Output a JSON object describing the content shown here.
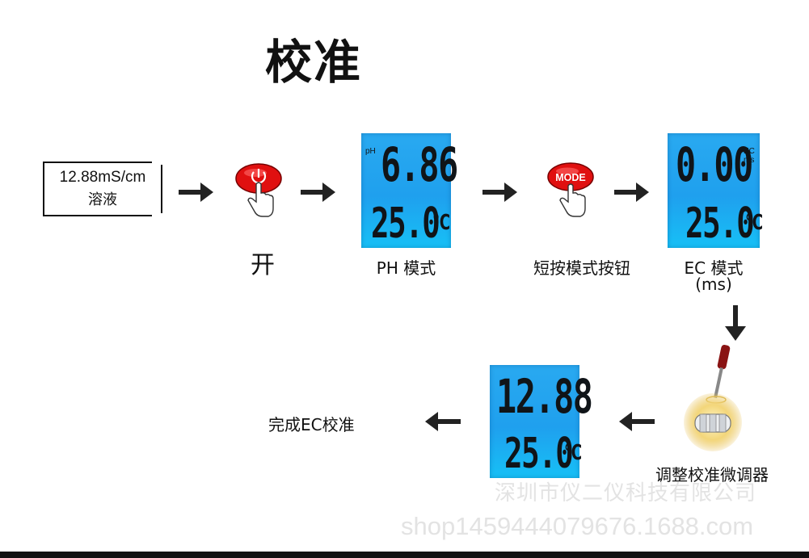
{
  "title": "校准",
  "solution_box": {
    "line1": "12.88mS/cm",
    "line2": "溶液"
  },
  "steps": {
    "power": {
      "label": "开"
    },
    "ph_mode": {
      "label": "PH 模式",
      "unit": "pH",
      "reading": "6.86",
      "temp": "25.0",
      "temp_unit": "℃"
    },
    "mode_button": {
      "button_text": "MODE",
      "label": "短按模式按钮"
    },
    "ec_mode": {
      "label_line1": "EC 模式",
      "label_line2": "(ms)",
      "unit_line1": "EC",
      "unit_line2": "ms",
      "reading": "0.00",
      "temp": "25.0",
      "temp_unit": "℃"
    },
    "adjust": {
      "label": "调整校准微调器"
    },
    "calibrated": {
      "reading": "12.88",
      "temp": "25.0",
      "temp_unit": "℃"
    },
    "done": {
      "label": "完成EC校准"
    }
  },
  "watermark": {
    "line1": "深圳市仪二仪科技有限公司",
    "line2": "shop1459444079676.1688.com"
  },
  "colors": {
    "lcd": "#1fa0ee",
    "button_red": "#e01010",
    "arrow": "#222222"
  }
}
